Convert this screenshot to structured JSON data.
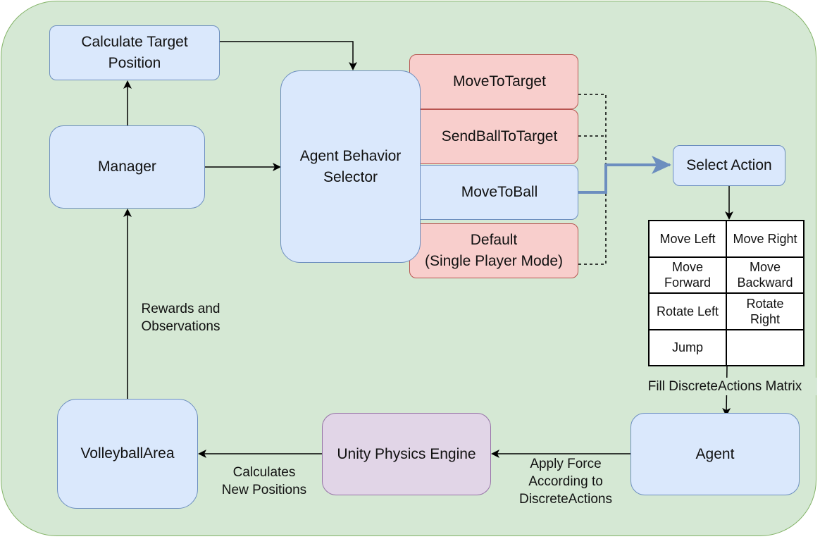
{
  "nodes": {
    "calculate_target_position": "Calculate Target\nPosition",
    "manager": "Manager",
    "agent_behavior_selector": "Agent Behavior\nSelector",
    "move_to_target": "MoveToTarget",
    "send_ball_to_target": "SendBallToTarget",
    "move_to_ball": "MoveToBall",
    "default_mode": "Default\n(Single Player Mode)",
    "select_action": "Select Action",
    "agent": "Agent",
    "unity_physics_engine": "Unity Physics Engine",
    "volleyball_area": "VolleyballArea"
  },
  "actions": [
    "Move Left",
    "Move Right",
    "Move\nForward",
    "Move\nBackward",
    "Rotate Left",
    "Rotate\nRight",
    "Jump",
    ""
  ],
  "edge_labels": {
    "rewards_observations": "Rewards and\nObservations",
    "fill_matrix": "Fill DiscreteActions Matrix",
    "apply_force": "Apply Force\nAccording to\nDiscreteActions",
    "calculates_positions": "Calculates\nNew Positions"
  },
  "colors": {
    "background": "#d5e8d4",
    "blue_fill": "#dae8fc",
    "red_fill": "#f8cecc",
    "purple_fill": "#e1d5e7",
    "active_arrow": "#6c8ebf"
  }
}
